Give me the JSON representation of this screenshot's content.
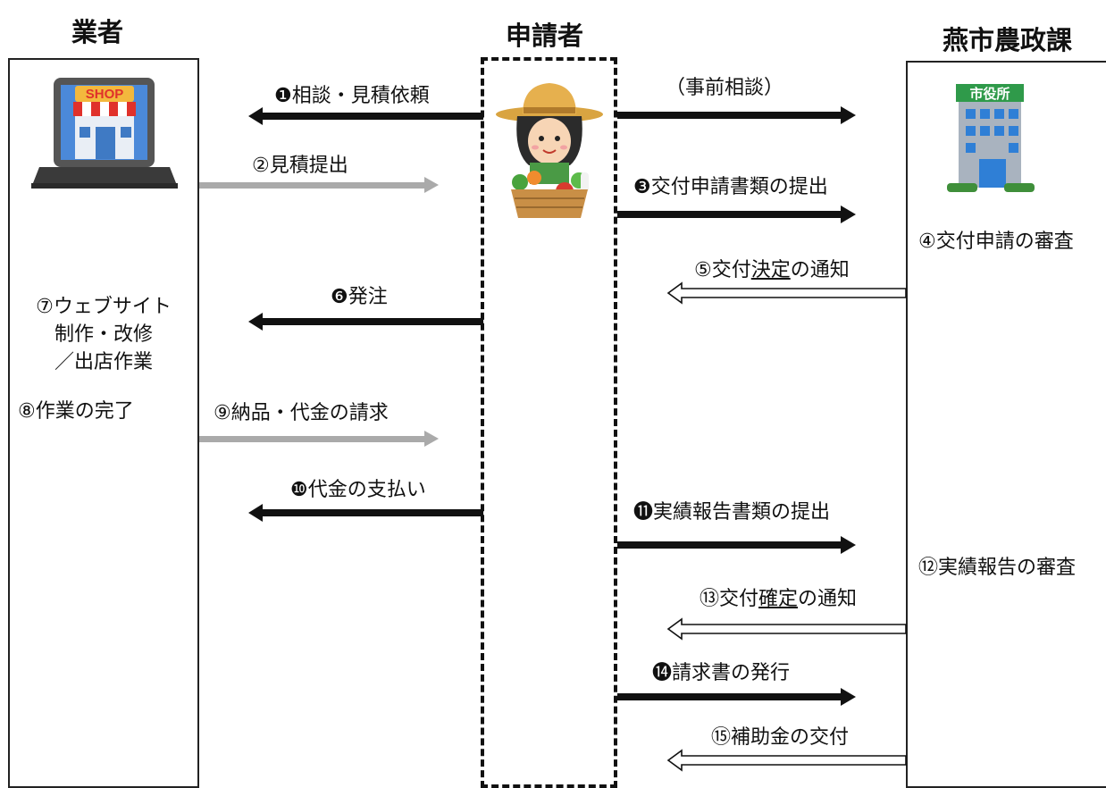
{
  "columns": {
    "vendor": "業者",
    "applicant": "申請者",
    "city": "燕市農政課"
  },
  "icons": {
    "shop_laptop": "shop-laptop-icon",
    "shop_sign": "SHOP",
    "farmer": "farmer-with-vegetables-icon",
    "city_hall": "city-hall-building-icon",
    "city_hall_sign": "市役所"
  },
  "vendor_steps": {
    "step7_line1": "⑦ウェブサイト",
    "step7_line2": "制作・改修",
    "step7_line3": "／出店作業",
    "step8": "⑧作業の完了"
  },
  "city_steps": {
    "step4": "④交付申請の審査",
    "step12": "⑫実績報告の審査"
  },
  "arrows": {
    "a1": "❶相談・見積依頼",
    "a2": "②見積提出",
    "a6": "❻発注",
    "a9": "⑨納品・代金の請求",
    "a10": "❿代金の支払い",
    "pre": "（事前相談）",
    "a3": "❸交付申請書類の提出",
    "a5_pre": "⑤交付",
    "a5_u": "決定",
    "a5_post": "の通知",
    "a11": "⓫実績報告書類の提出",
    "a13_pre": "⑬交付",
    "a13_u": "確定",
    "a13_post": "の通知",
    "a14": "⓮請求書の発行",
    "a15": "⑮補助金の交付"
  },
  "colors": {
    "black_arrow": "#111111",
    "gray_arrow": "#aaaaaa",
    "hollow_arrow": "#111111"
  }
}
